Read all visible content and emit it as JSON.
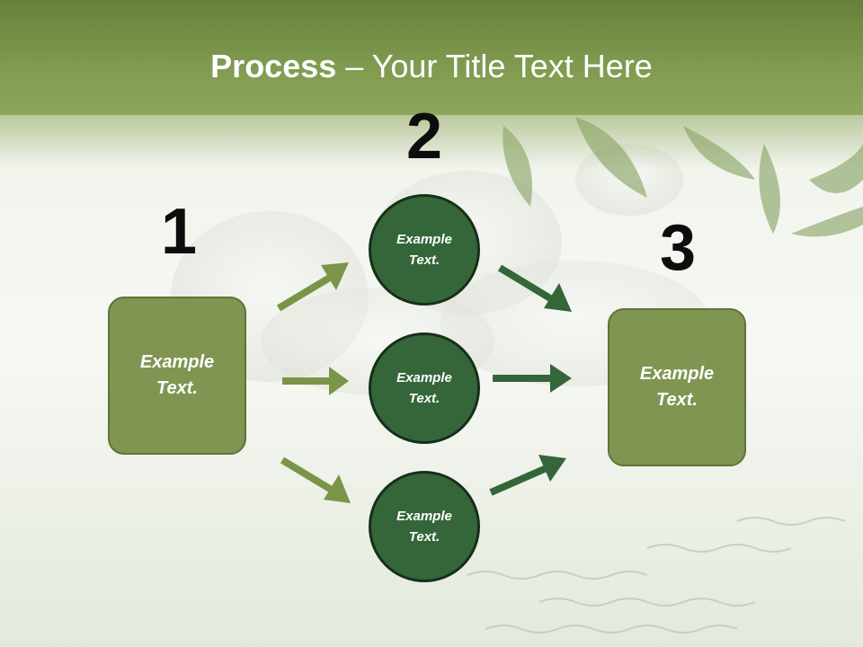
{
  "title": {
    "bold": "Process",
    "rest": " – Your Title Text Here"
  },
  "steps": [
    {
      "number": "1",
      "line1": "Example",
      "line2": "Text."
    },
    {
      "number": "2"
    },
    {
      "number": "3",
      "line1": "Example",
      "line2": "Text."
    }
  ],
  "circles": [
    {
      "line1": "Example",
      "line2": "Text."
    },
    {
      "line1": "Example",
      "line2": "Text."
    },
    {
      "line1": "Example",
      "line2": "Text."
    }
  ],
  "colors": {
    "title_band": "#7a9448",
    "box_fill": "#7f9551",
    "circle_fill": "#35663a",
    "left_arrows": "#7a9448",
    "right_arrows": "#35663a"
  }
}
